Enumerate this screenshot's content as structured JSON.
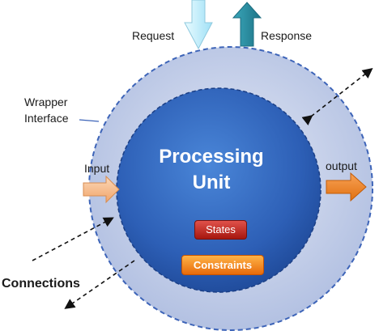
{
  "diagram": {
    "title": "Processing Unit",
    "wrapper_label": "Wrapper Interface",
    "request_label": "Request",
    "response_label": "Response",
    "input_label": "Input",
    "output_label": "output",
    "connections_label": "Connections",
    "states_label": "States",
    "constraints_label": "Constraints"
  },
  "colors": {
    "wrapper_fill": "#c5d0e9",
    "wrapper_stroke": "#3d64b8",
    "core_fill": "#2f5fb8",
    "request_arrow": "#bfeeff",
    "response_arrow": "#2a8fa3",
    "input_arrow": "#f7be91",
    "output_arrow": "#f1862e",
    "states_badge": "#c0302a",
    "constraints_badge": "#f38b1e"
  }
}
